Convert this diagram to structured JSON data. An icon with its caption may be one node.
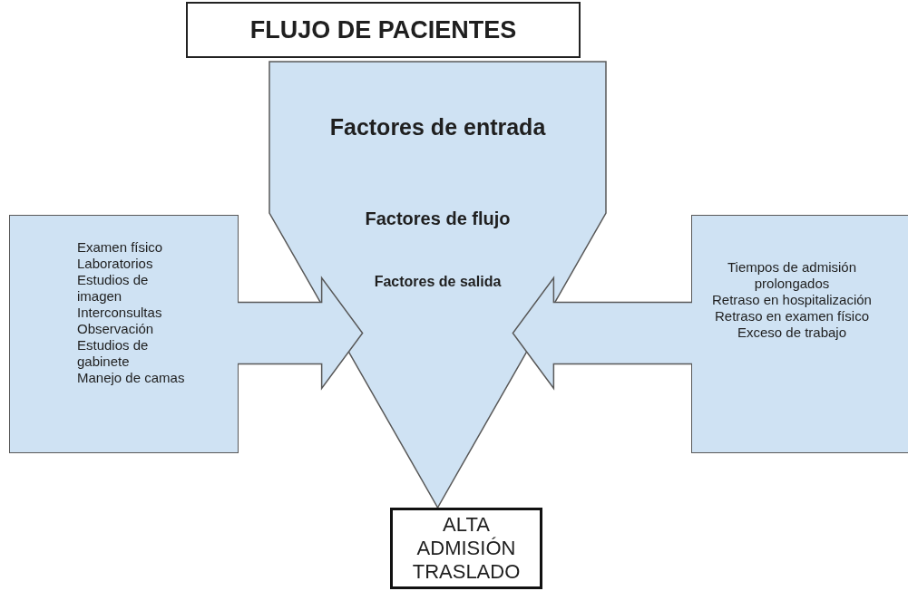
{
  "diagram": {
    "title": "FLUJO DE PACIENTES",
    "nodes": [
      {
        "text": [
          "Factores de entrada",
          "Factores de flujo",
          "Factores de salida"
        ]
      },
      {
        "text": [
          "Examen físico",
          "Laboratorios",
          "Estudios de imagen",
          "Interconsultas",
          "Observación",
          "Estudios de gabinete",
          "Manejo de camas"
        ]
      },
      {
        "text": [
          "Tiempos de admisión prolongados",
          "Retraso en hospitalización",
          "Retraso en examen físico",
          "Exceso de trabajo"
        ]
      },
      {
        "text": [
          "ALTA ADMISIÓN TRASLADO"
        ]
      }
    ],
    "edges": [
      {
        "from": 1,
        "to": 0,
        "arrow": "to"
      },
      {
        "from": 2,
        "to": 0,
        "arrow": "to"
      }
    ]
  }
}
